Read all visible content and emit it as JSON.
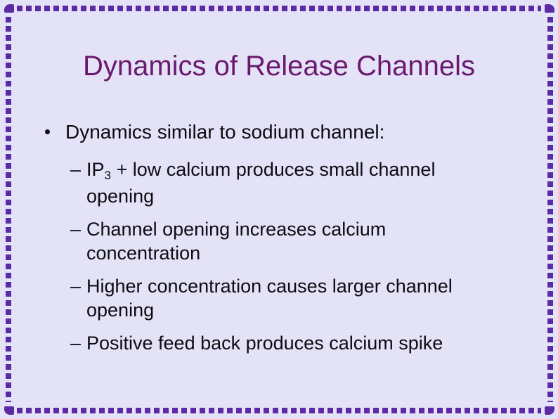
{
  "slide": {
    "title": "Dynamics of Release Channels",
    "bullet": {
      "text": "Dynamics similar to sodium channel:"
    },
    "sub_bullets": {
      "marker": "–",
      "items": [
        {
          "prefix": "IP",
          "subscript": "3",
          "text": " + low calcium produces small channel opening"
        },
        {
          "text": "Channel opening increases calcium concentration"
        },
        {
          "text": "Higher concentration causes larger channel opening"
        },
        {
          "text": "Positive feed back produces calcium spike"
        }
      ]
    },
    "colors": {
      "background": "#E3E2F7",
      "border_dash": "#5B2AA4",
      "title_text": "#6B196E",
      "body_text": "#0C0C12"
    }
  }
}
